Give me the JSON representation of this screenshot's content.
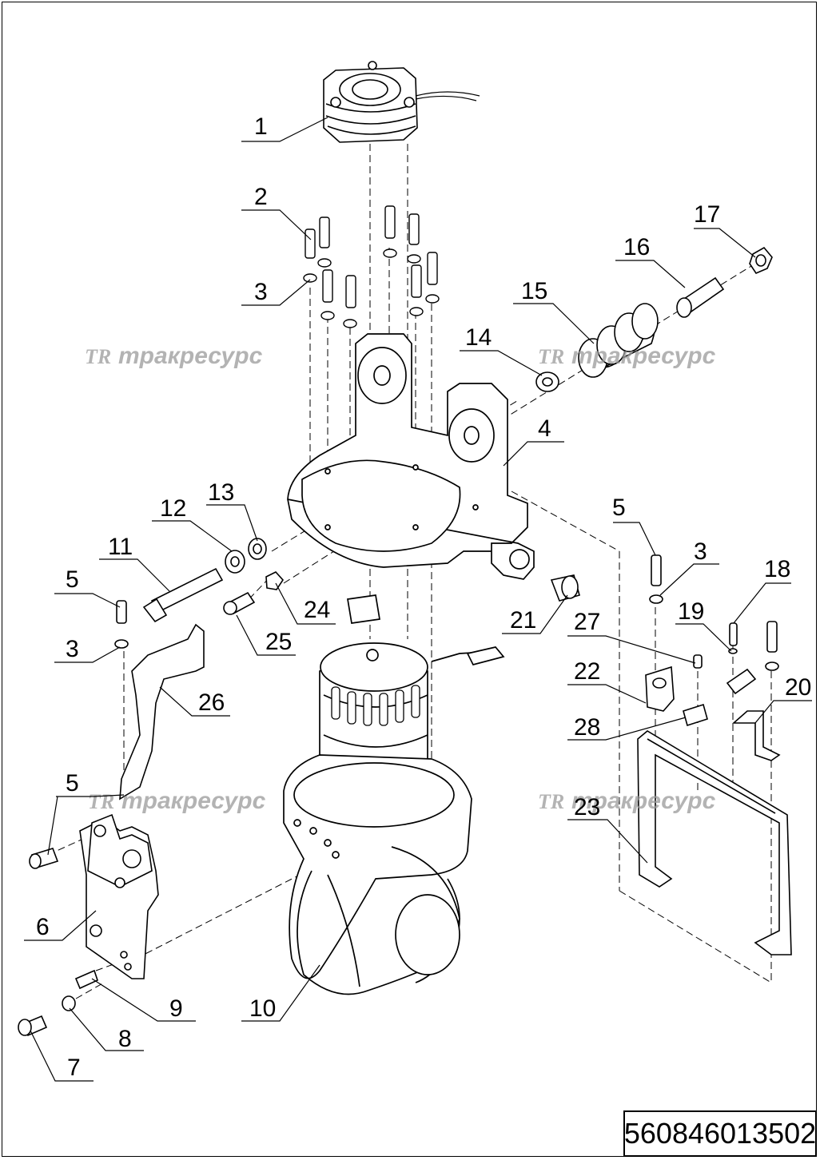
{
  "diagram": {
    "watermark": {
      "logo": "TR",
      "text": "тракресурс",
      "color": "#9a9a9a"
    },
    "part_number": "560846013502",
    "callouts": [
      {
        "id": "c1",
        "label": "1"
      },
      {
        "id": "c2",
        "label": "2"
      },
      {
        "id": "c3a",
        "label": "3"
      },
      {
        "id": "c17",
        "label": "17"
      },
      {
        "id": "c16",
        "label": "16"
      },
      {
        "id": "c15",
        "label": "15"
      },
      {
        "id": "c14",
        "label": "14"
      },
      {
        "id": "c4",
        "label": "4"
      },
      {
        "id": "c13",
        "label": "13"
      },
      {
        "id": "c12",
        "label": "12"
      },
      {
        "id": "c11",
        "label": "11"
      },
      {
        "id": "c5a",
        "label": "5"
      },
      {
        "id": "c3b",
        "label": "3"
      },
      {
        "id": "c24",
        "label": "24"
      },
      {
        "id": "c25",
        "label": "25"
      },
      {
        "id": "c26",
        "label": "26"
      },
      {
        "id": "c21",
        "label": "21"
      },
      {
        "id": "c27",
        "label": "27"
      },
      {
        "id": "c5b",
        "label": "5"
      },
      {
        "id": "c3c",
        "label": "3"
      },
      {
        "id": "c18",
        "label": "18"
      },
      {
        "id": "c19",
        "label": "19"
      },
      {
        "id": "c22",
        "label": "22"
      },
      {
        "id": "c20",
        "label": "20"
      },
      {
        "id": "c28",
        "label": "28"
      },
      {
        "id": "c5c",
        "label": "5"
      },
      {
        "id": "c23",
        "label": "23"
      },
      {
        "id": "c6",
        "label": "6"
      },
      {
        "id": "c9",
        "label": "9"
      },
      {
        "id": "c10",
        "label": "10"
      },
      {
        "id": "c8",
        "label": "8"
      },
      {
        "id": "c7",
        "label": "7"
      }
    ]
  }
}
